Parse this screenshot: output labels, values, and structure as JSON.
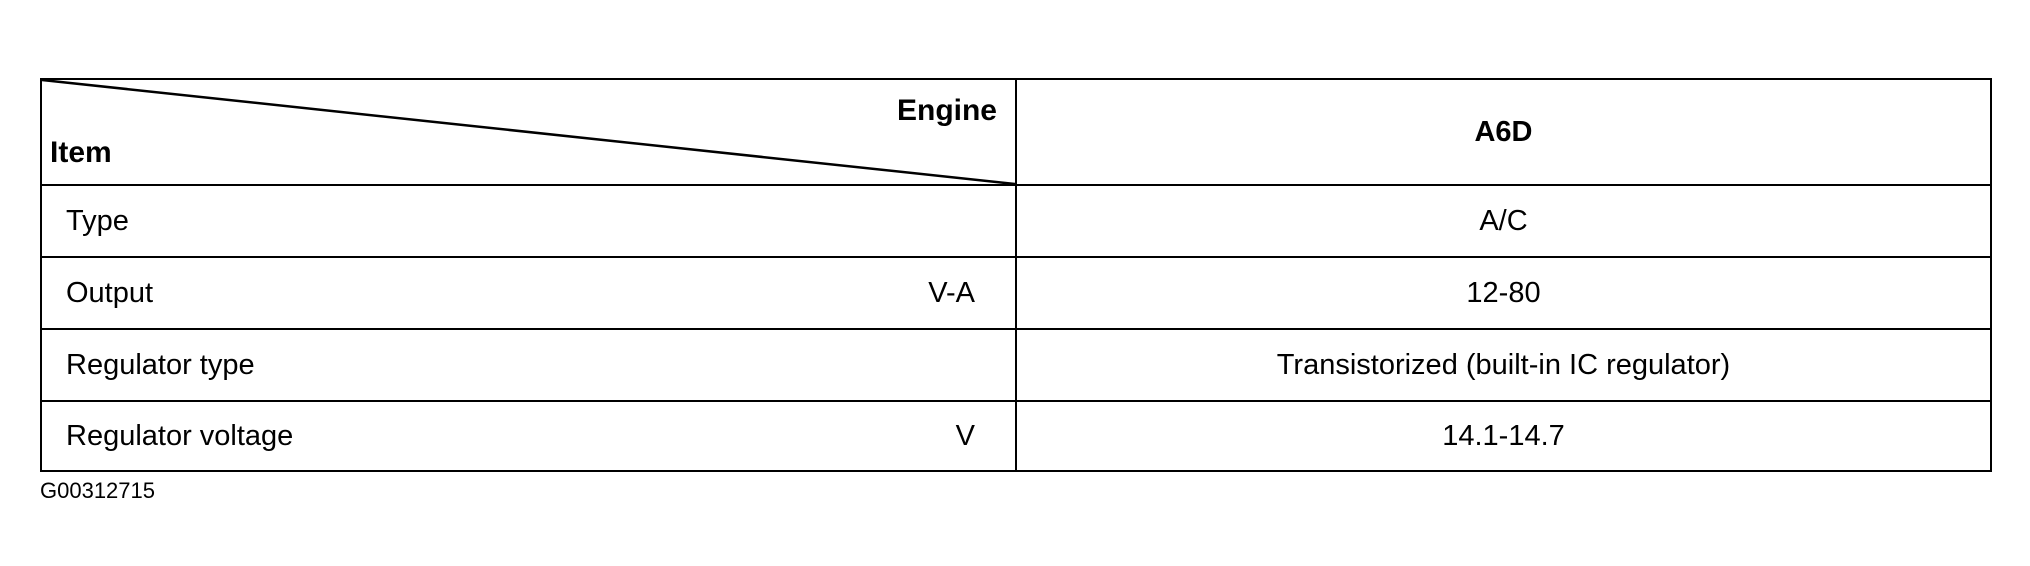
{
  "table": {
    "header": {
      "row_label": "Item",
      "column_label": "Engine",
      "engine_model": "A6D"
    },
    "rows": [
      {
        "item": "Type",
        "unit": "",
        "value": "A/C"
      },
      {
        "item": "Output",
        "unit": "V-A",
        "value": "12-80"
      },
      {
        "item": "Regulator type",
        "unit": "",
        "value": "Transistorized (built-in IC regulator)"
      },
      {
        "item": "Regulator voltage",
        "unit": "V",
        "value": "14.1-14.7"
      }
    ]
  },
  "caption": {
    "figure_id": "G00312715"
  }
}
